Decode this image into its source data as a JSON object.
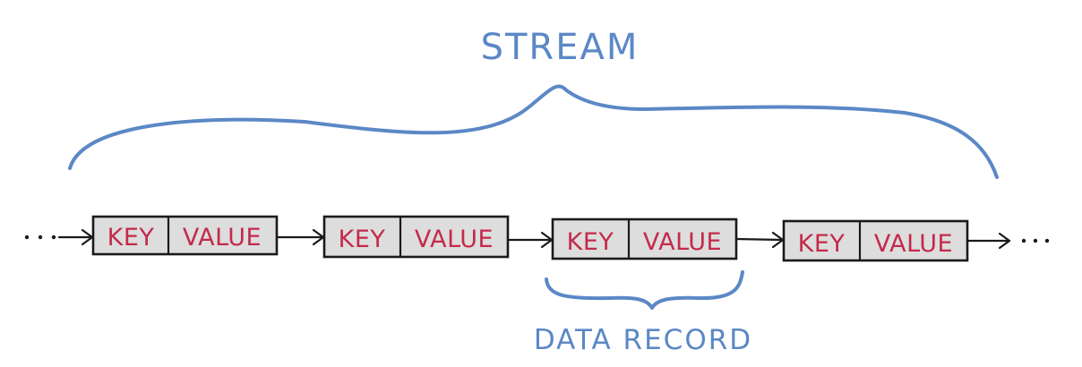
{
  "stream_label": "STREAM",
  "data_record_label": "DATA RECORD",
  "records": [
    {
      "key": "KEY",
      "value": "VALUE"
    },
    {
      "key": "KEY",
      "value": "VALUE"
    },
    {
      "key": "KEY",
      "value": "VALUE"
    },
    {
      "key": "KEY",
      "value": "VALUE"
    }
  ],
  "colors": {
    "label_blue": "#5b88c6",
    "text_red": "#c42a4a",
    "box_fill": "#dddddd",
    "line": "#1a1a1a"
  }
}
